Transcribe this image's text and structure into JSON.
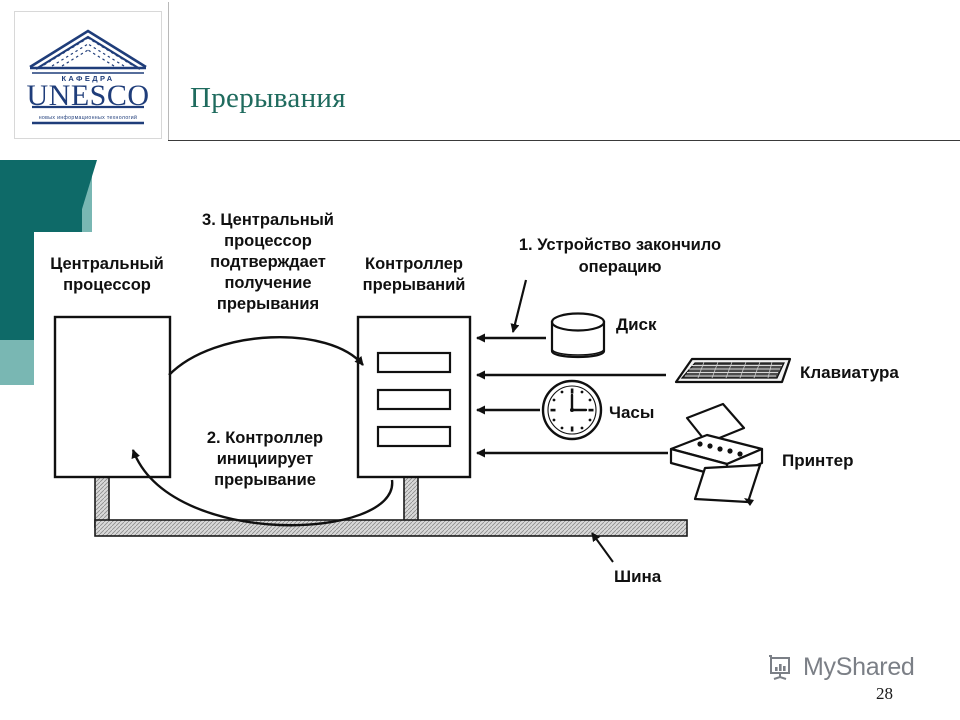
{
  "slide": {
    "title": "Прерывания",
    "page_number": "28",
    "title_color": "#1f6b5e",
    "accent_dark": "#0e6a68",
    "accent_light": "#79b7b3"
  },
  "logo": {
    "name": "unesco-chair-logo",
    "top_text": "К А Ф Е Д Р А",
    "main_text": "UNESCO",
    "bottom_text": "новых информационных технологий",
    "color": "#1f3d7a"
  },
  "diagram": {
    "type": "interrupt-flow-diagram",
    "blocks": [
      {
        "id": "cpu",
        "label": "Центральный\nпроцессор",
        "line1": "Центральный",
        "line2": "процессор"
      },
      {
        "id": "controller",
        "label": "Контроллер\nпрерываний",
        "line1": "Контроллер",
        "line2": "прерываний"
      }
    ],
    "steps": [
      {
        "num": "1.",
        "lines": [
          "1. Устройство закончило",
          "операцию"
        ]
      },
      {
        "num": "2.",
        "lines": [
          "2. Контроллер",
          "инициирует",
          "прерывание"
        ]
      },
      {
        "num": "3.",
        "lines": [
          "3. Центральный",
          "процессор",
          "подтверждает",
          "получение",
          "прерывания"
        ]
      }
    ],
    "devices": [
      {
        "id": "disk",
        "label": "Диск"
      },
      {
        "id": "keyboard",
        "label": "Клавиатура"
      },
      {
        "id": "clock",
        "label": "Часы"
      },
      {
        "id": "printer",
        "label": "Принтер"
      }
    ],
    "bus_label": "Шина",
    "controller_slots": 3
  },
  "watermark": {
    "text": "MyShared",
    "icon": "presentation-chart-icon",
    "color": "#7b7f86"
  }
}
